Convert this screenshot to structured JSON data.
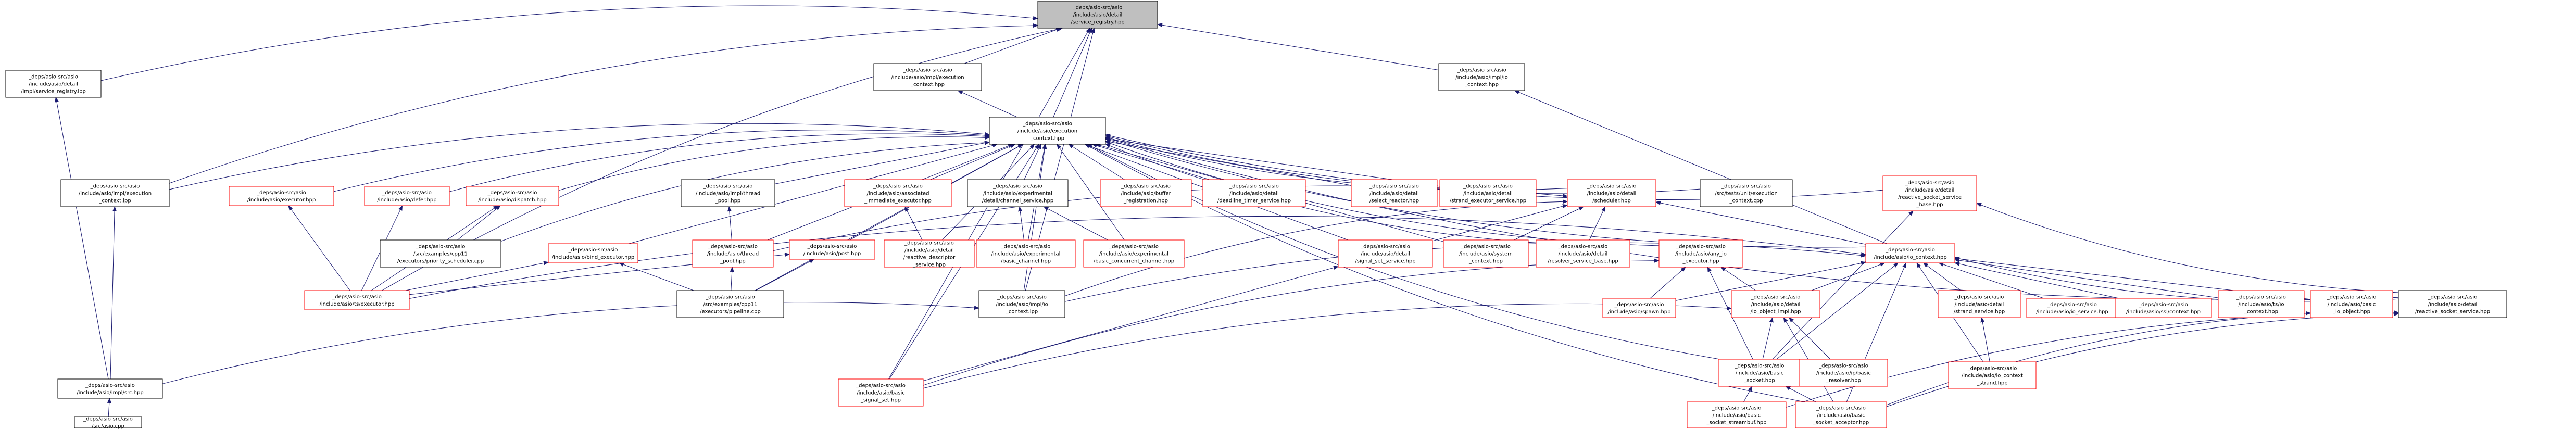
{
  "colors": {
    "root_fill": "#bfbfbf",
    "node_fill": "#ffffff",
    "normal_border": "#000000",
    "truncated_border": "#ff0000",
    "edge": "#191970"
  },
  "nodes": [
    {
      "id": "n0",
      "lines": [
        "_deps/asio-src/asio",
        "/include/asio/detail",
        "/service_registry.hpp"
      ],
      "root": true
    },
    {
      "id": "n1",
      "lines": [
        "_deps/asio-src/asio",
        "/include/asio/detail",
        "/impl/service_registry.ipp"
      ]
    },
    {
      "id": "n2",
      "lines": [
        "_deps/asio-src/asio",
        "/include/asio/impl/execution",
        "_context.hpp"
      ]
    },
    {
      "id": "n3",
      "lines": [
        "_deps/asio-src/asio",
        "/include/asio/impl/io",
        "_context.hpp"
      ]
    },
    {
      "id": "n4",
      "lines": [
        "_deps/asio-src/asio",
        "/include/asio/execution",
        "_context.hpp"
      ]
    },
    {
      "id": "n5",
      "lines": [
        "_deps/asio-src/asio",
        "/include/asio/impl/execution",
        "_context.ipp"
      ]
    },
    {
      "id": "n6",
      "lines": [
        "_deps/asio-src/asio",
        "/include/asio/executor.hpp"
      ],
      "truncated": true
    },
    {
      "id": "n7",
      "lines": [
        "_deps/asio-src/asio",
        "/include/asio/defer.hpp"
      ],
      "truncated": true
    },
    {
      "id": "n8",
      "lines": [
        "_deps/asio-src/asio",
        "/include/asio/dispatch.hpp"
      ],
      "truncated": true
    },
    {
      "id": "n9",
      "lines": [
        "_deps/asio-src/asio",
        "/include/asio/impl/thread",
        "_pool.hpp"
      ]
    },
    {
      "id": "n10",
      "lines": [
        "_deps/asio-src/asio",
        "/include/asio/associated",
        "_immediate_executor.hpp"
      ],
      "truncated": true
    },
    {
      "id": "n11",
      "lines": [
        "_deps/asio-src/asio",
        "/include/asio/experimental",
        "/detail/channel_service.hpp"
      ]
    },
    {
      "id": "n12",
      "lines": [
        "_deps/asio-src/asio",
        "/include/asio/buffer",
        "_registration.hpp"
      ],
      "truncated": true
    },
    {
      "id": "n13",
      "lines": [
        "_deps/asio-src/asio",
        "/include/asio/detail",
        "/deadline_timer_service.hpp"
      ],
      "truncated": true
    },
    {
      "id": "n14",
      "lines": [
        "_deps/asio-src/asio",
        "/include/asio/detail",
        "/select_reactor.hpp"
      ],
      "truncated": true
    },
    {
      "id": "n15",
      "lines": [
        "_deps/asio-src/asio",
        "/include/asio/detail",
        "/strand_executor_service.hpp"
      ],
      "truncated": true
    },
    {
      "id": "n16",
      "lines": [
        "_deps/asio-src/asio",
        "/include/asio/detail",
        "/scheduler.hpp"
      ],
      "truncated": true
    },
    {
      "id": "n17",
      "lines": [
        "_deps/asio-src/asio",
        "/src/tests/unit/execution",
        "_context.cpp"
      ]
    },
    {
      "id": "n18",
      "lines": [
        "_deps/asio-src/asio",
        "/include/asio/detail",
        "/reactive_socket_service",
        "_base.hpp"
      ],
      "truncated": true
    },
    {
      "id": "n19",
      "lines": [
        "_deps/asio-src/asio",
        "/src/examples/cpp11",
        "/executors/priority_scheduler.cpp"
      ]
    },
    {
      "id": "n20",
      "lines": [
        "_deps/asio-src/asio",
        "/include/asio/bind_executor.hpp"
      ],
      "truncated": true
    },
    {
      "id": "n21",
      "lines": [
        "_deps/asio-src/asio",
        "/include/asio/thread",
        "_pool.hpp"
      ],
      "truncated": true
    },
    {
      "id": "n22",
      "lines": [
        "_deps/asio-src/asio",
        "/include/asio/detail",
        "/reactive_descriptor",
        "_service.hpp"
      ],
      "truncated": true
    },
    {
      "id": "n23",
      "lines": [
        "_deps/asio-src/asio",
        "/include/asio/experimental",
        "/basic_channel.hpp"
      ],
      "truncated": true
    },
    {
      "id": "n24",
      "lines": [
        "_deps/asio-src/asio",
        "/include/asio/experimental",
        "/basic_concurrent_channel.hpp"
      ],
      "truncated": true
    },
    {
      "id": "n25",
      "lines": [
        "_deps/asio-src/asio",
        "/include/asio/detail",
        "/signal_set_service.hpp"
      ],
      "truncated": true
    },
    {
      "id": "n26",
      "lines": [
        "_deps/asio-src/asio",
        "/include/asio/system",
        "_context.hpp"
      ],
      "truncated": true
    },
    {
      "id": "n27",
      "lines": [
        "_deps/asio-src/asio",
        "/include/asio/detail",
        "/resolver_service_base.hpp"
      ],
      "truncated": true
    },
    {
      "id": "n28",
      "lines": [
        "_deps/asio-src/asio",
        "/include/asio/any_io",
        "_executor.hpp"
      ],
      "truncated": true
    },
    {
      "id": "n29",
      "lines": [
        "_deps/asio-src/asio",
        "/include/asio/io_context.hpp"
      ],
      "truncated": true
    },
    {
      "id": "n30",
      "lines": [
        "_deps/asio-src/asio",
        "/include/asio/ts/executor.hpp"
      ],
      "truncated": true
    },
    {
      "id": "n31",
      "lines": [
        "_deps/asio-src/asio",
        "/include/asio/post.hpp"
      ],
      "truncated": true
    },
    {
      "id": "n32",
      "lines": [
        "_deps/asio-src/asio",
        "/src/examples/cpp11",
        "/executors/pipeline.cpp"
      ]
    },
    {
      "id": "n33",
      "lines": [
        "_deps/asio-src/asio",
        "/include/asio/impl/io",
        "_context.ipp"
      ]
    },
    {
      "id": "n34",
      "lines": [
        "_deps/asio-src/asio",
        "/include/asio/spawn.hpp"
      ],
      "truncated": true
    },
    {
      "id": "n35",
      "lines": [
        "_deps/asio-src/asio",
        "/include/asio/detail",
        "/io_object_impl.hpp"
      ],
      "truncated": true
    },
    {
      "id": "n36",
      "lines": [
        "_deps/asio-src/asio",
        "/include/asio/detail",
        "/strand_service.hpp"
      ],
      "truncated": true
    },
    {
      "id": "n37",
      "lines": [
        "_deps/asio-src/asio",
        "/include/asio/io_service.hpp"
      ],
      "truncated": true
    },
    {
      "id": "n38",
      "lines": [
        "_deps/asio-src/asio",
        "/include/asio/ssl/context.hpp"
      ],
      "truncated": true
    },
    {
      "id": "n39",
      "lines": [
        "_deps/asio-src/asio",
        "/include/asio/ts/io",
        "_context.hpp"
      ],
      "truncated": true
    },
    {
      "id": "n40",
      "lines": [
        "_deps/asio-src/asio",
        "/include/asio/basic",
        "_io_object.hpp"
      ],
      "truncated": true
    },
    {
      "id": "n41",
      "lines": [
        "_deps/asio-src/asio",
        "/include/asio/detail",
        "/reactive_socket_service.hpp"
      ]
    },
    {
      "id": "n42",
      "lines": [
        "_deps/asio-src/asio",
        "/include/asio/impl/src.hpp"
      ]
    },
    {
      "id": "n43",
      "lines": [
        "_deps/asio-src/asio",
        "/include/asio/basic",
        "_signal_set.hpp"
      ],
      "truncated": true
    },
    {
      "id": "n44",
      "lines": [
        "_deps/asio-src/asio",
        "/include/asio/basic",
        "_socket.hpp"
      ],
      "truncated": true
    },
    {
      "id": "n45",
      "lines": [
        "_deps/asio-src/asio",
        "/include/asio/ip/basic",
        "_resolver.hpp"
      ],
      "truncated": true
    },
    {
      "id": "n46",
      "lines": [
        "_deps/asio-src/asio",
        "/include/asio/io_context",
        "_strand.hpp"
      ],
      "truncated": true
    },
    {
      "id": "n47",
      "lines": [
        "_deps/asio-src/asio",
        "/src/asio.cpp"
      ]
    },
    {
      "id": "n48",
      "lines": [
        "_deps/asio-src/asio",
        "/include/asio/basic",
        "_socket_streambuf.hpp"
      ],
      "truncated": true
    },
    {
      "id": "n49",
      "lines": [
        "_deps/asio-src/asio",
        "/include/asio/basic",
        "_socket_acceptor.hpp"
      ],
      "truncated": true
    }
  ],
  "edges": [
    [
      "n1",
      "n0"
    ],
    [
      "n2",
      "n0"
    ],
    [
      "n3",
      "n0"
    ],
    [
      "n4",
      "n0"
    ],
    [
      "n5",
      "n0"
    ],
    [
      "n30",
      "n0"
    ],
    [
      "n33",
      "n0"
    ],
    [
      "n43",
      "n0"
    ],
    [
      "n4",
      "n2"
    ],
    [
      "n29",
      "n3"
    ],
    [
      "n42",
      "n1"
    ],
    [
      "n42",
      "n5"
    ],
    [
      "n42",
      "n33"
    ],
    [
      "n47",
      "n42"
    ],
    [
      "n5",
      "n4"
    ],
    [
      "n6",
      "n4"
    ],
    [
      "n7",
      "n4"
    ],
    [
      "n8",
      "n4"
    ],
    [
      "n9",
      "n4"
    ],
    [
      "n10",
      "n4"
    ],
    [
      "n11",
      "n4"
    ],
    [
      "n12",
      "n4"
    ],
    [
      "n13",
      "n4"
    ],
    [
      "n14",
      "n4"
    ],
    [
      "n15",
      "n4"
    ],
    [
      "n16",
      "n4"
    ],
    [
      "n17",
      "n4"
    ],
    [
      "n18",
      "n4"
    ],
    [
      "n19",
      "n4"
    ],
    [
      "n20",
      "n4"
    ],
    [
      "n21",
      "n4"
    ],
    [
      "n22",
      "n4"
    ],
    [
      "n23",
      "n4"
    ],
    [
      "n24",
      "n4"
    ],
    [
      "n25",
      "n4"
    ],
    [
      "n26",
      "n4"
    ],
    [
      "n27",
      "n4"
    ],
    [
      "n28",
      "n4"
    ],
    [
      "n29",
      "n4"
    ],
    [
      "n31",
      "n4"
    ],
    [
      "n32",
      "n4"
    ],
    [
      "n33",
      "n4"
    ],
    [
      "n41",
      "n4"
    ],
    [
      "n43",
      "n4"
    ],
    [
      "n44",
      "n4"
    ],
    [
      "n49",
      "n4"
    ],
    [
      "n30",
      "n6"
    ],
    [
      "n30",
      "n7"
    ],
    [
      "n30",
      "n8"
    ],
    [
      "n19",
      "n8"
    ],
    [
      "n30",
      "n20"
    ],
    [
      "n30",
      "n31"
    ],
    [
      "n32",
      "n20"
    ],
    [
      "n32",
      "n31"
    ],
    [
      "n21",
      "n9"
    ],
    [
      "n32",
      "n21"
    ],
    [
      "n22",
      "n10"
    ],
    [
      "n23",
      "n11"
    ],
    [
      "n24",
      "n11"
    ],
    [
      "n21",
      "n16"
    ],
    [
      "n25",
      "n16"
    ],
    [
      "n26",
      "n16"
    ],
    [
      "n27",
      "n16"
    ],
    [
      "n29",
      "n16"
    ],
    [
      "n33",
      "n16"
    ],
    [
      "n44",
      "n18"
    ],
    [
      "n41",
      "n18"
    ],
    [
      "n43",
      "n25"
    ],
    [
      "n30",
      "n29"
    ],
    [
      "n33",
      "n29"
    ],
    [
      "n34",
      "n29"
    ],
    [
      "n35",
      "n29"
    ],
    [
      "n36",
      "n29"
    ],
    [
      "n37",
      "n29"
    ],
    [
      "n38",
      "n29"
    ],
    [
      "n39",
      "n29"
    ],
    [
      "n40",
      "n29"
    ],
    [
      "n41",
      "n29"
    ],
    [
      "n44",
      "n29"
    ],
    [
      "n46",
      "n29"
    ],
    [
      "n49",
      "n29"
    ],
    [
      "n34",
      "n28"
    ],
    [
      "n35",
      "n28"
    ],
    [
      "n43",
      "n28"
    ],
    [
      "n44",
      "n28"
    ],
    [
      "n43",
      "n35"
    ],
    [
      "n44",
      "n35"
    ],
    [
      "n45",
      "n35"
    ],
    [
      "n49",
      "n35"
    ],
    [
      "n46",
      "n36"
    ],
    [
      "n48",
      "n44"
    ],
    [
      "n49",
      "n44"
    ],
    [
      "n49",
      "n40"
    ],
    [
      "n49",
      "n41"
    ],
    [
      "n48",
      "n41"
    ],
    [
      "n45",
      "n44"
    ]
  ]
}
